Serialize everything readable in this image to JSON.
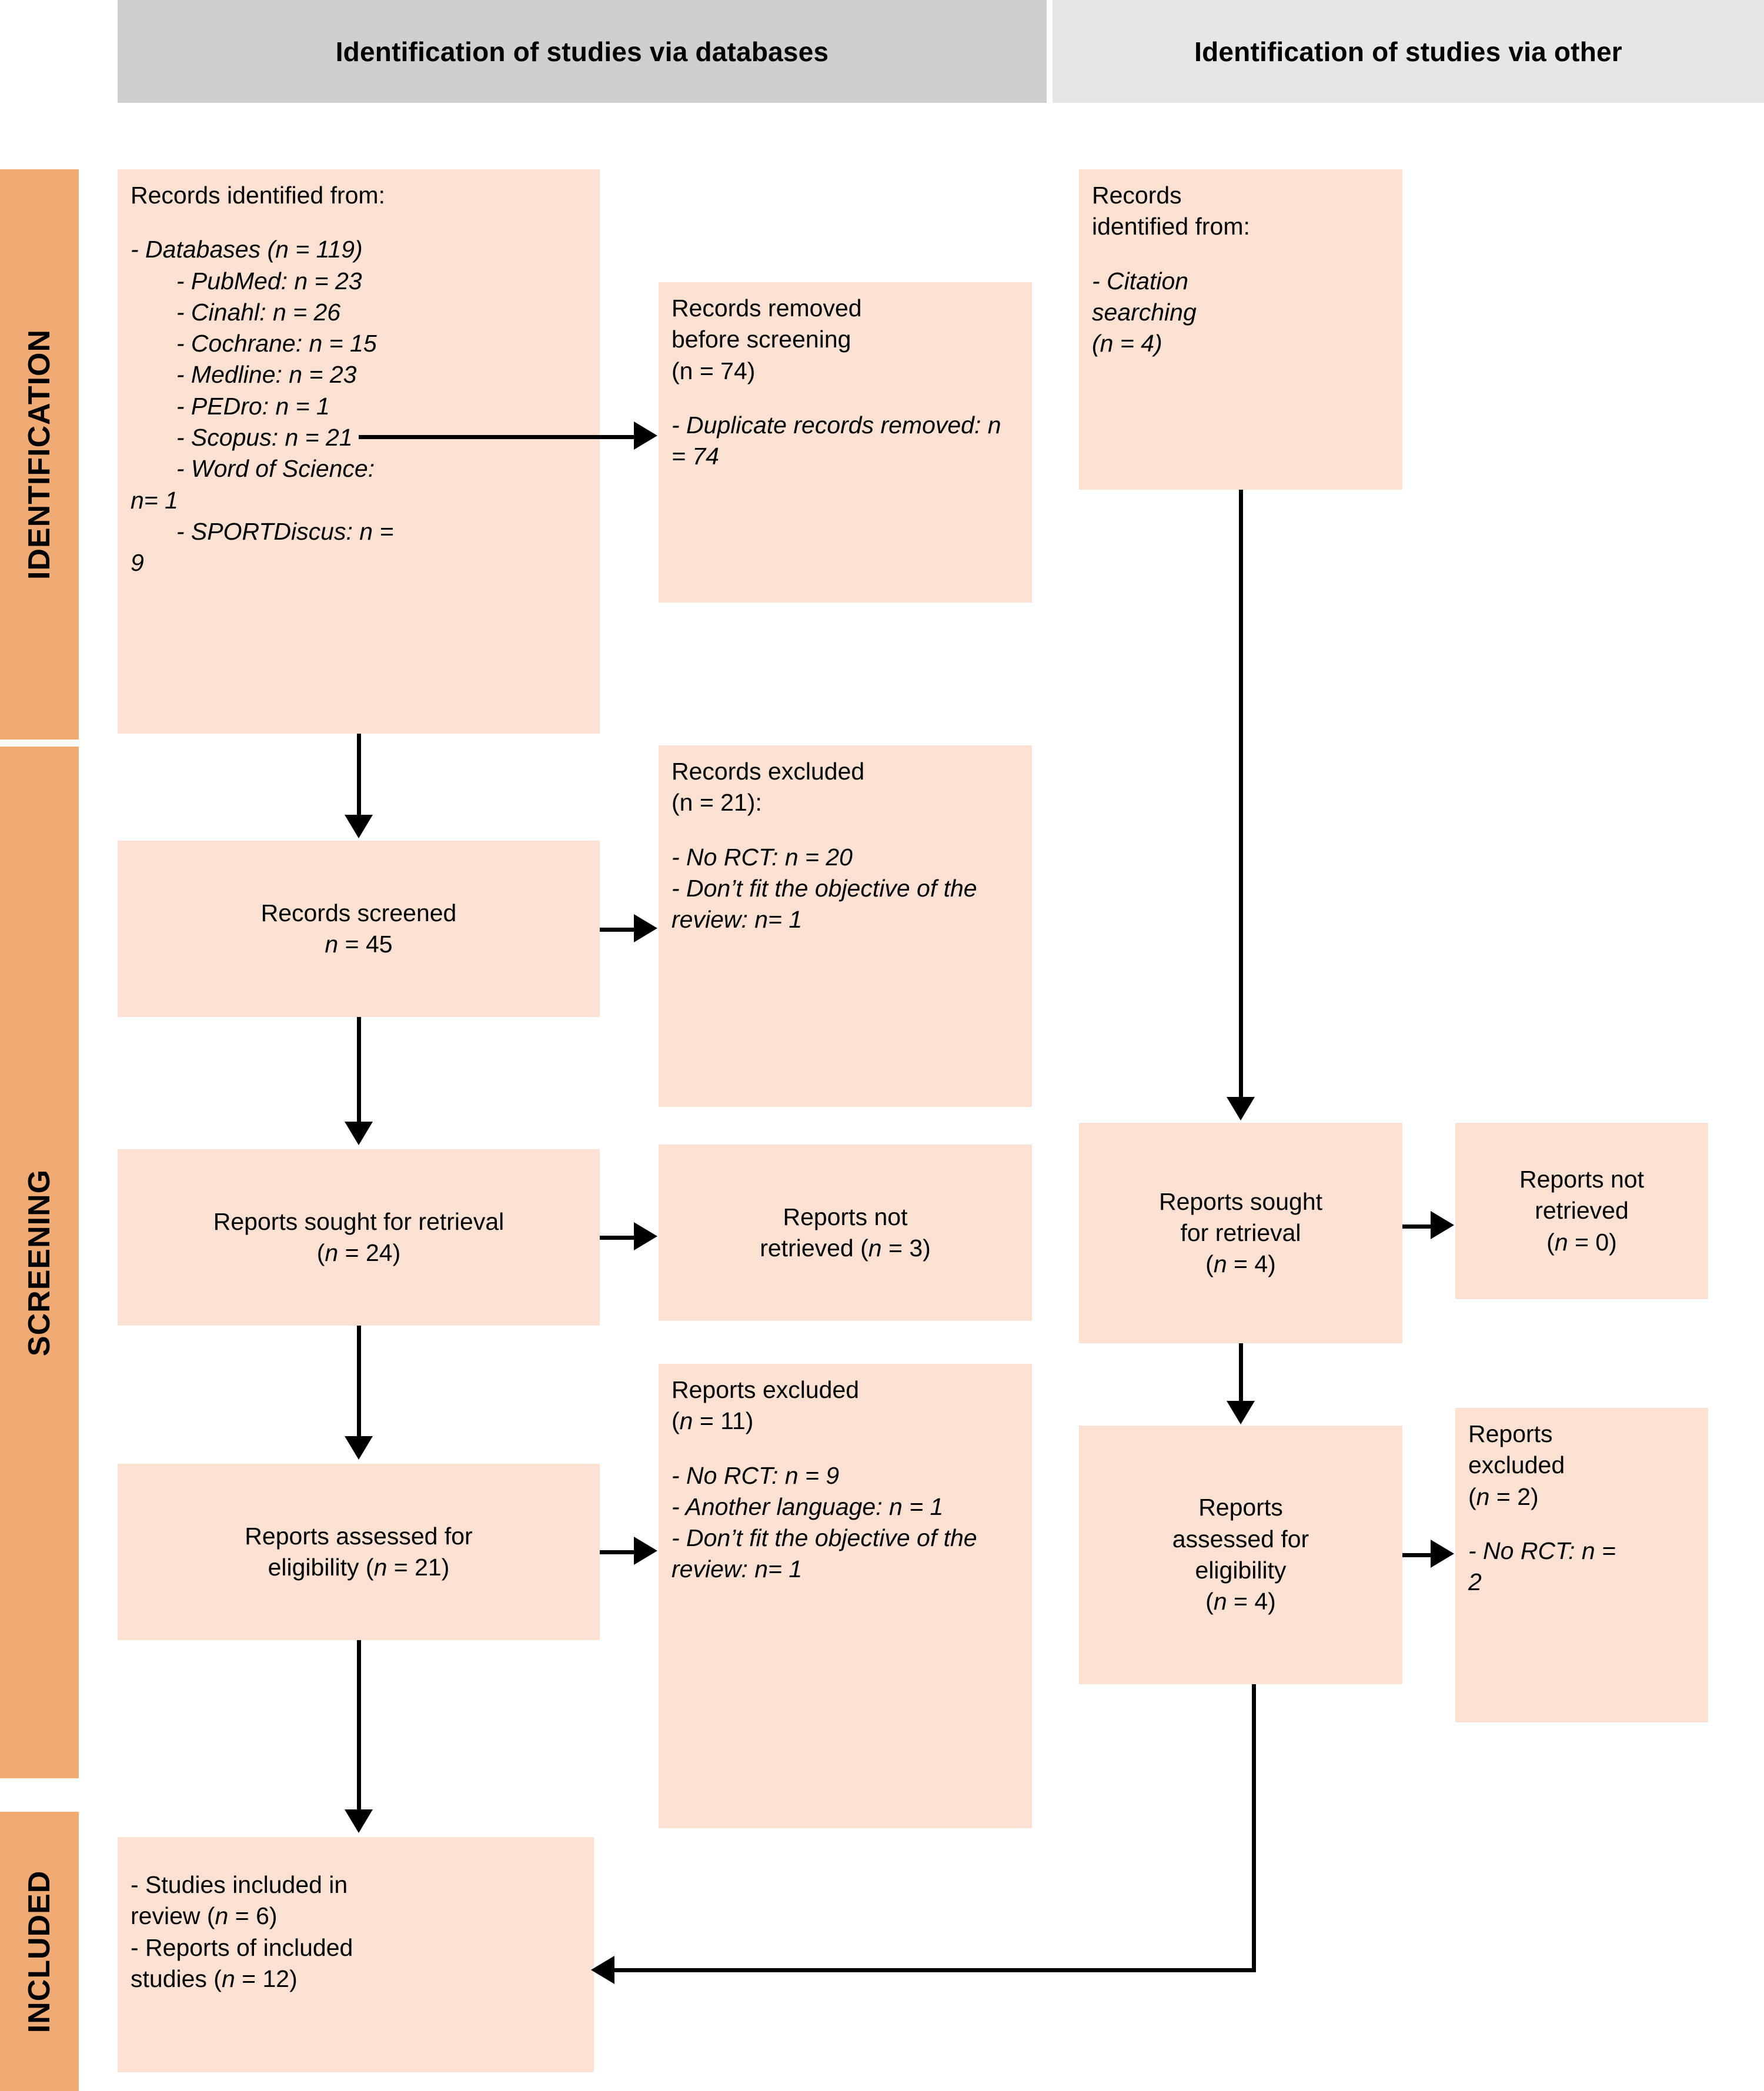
{
  "headers": {
    "databases": "Identification of studies via databases",
    "other": "Identification of studies via other"
  },
  "bands": {
    "identification": "IDENTIFICATION",
    "screening": "SCREENING",
    "included": "INCLUDED"
  },
  "colors": {
    "band": "#f0ab75",
    "box": "#fae1d2",
    "header_databases": "#cfcfcf",
    "header_other": "#e6e6e6",
    "line": "#000000"
  },
  "boxes": {
    "records_identified_db": {
      "title": "Records identified from:",
      "lead": "- Databases (n = 119)",
      "sources": [
        "- PubMed: n = 23",
        "- Cinahl: n = 26",
        "- Cochrane: n = 15",
        "- Medline: n = 23",
        "- PEDro: n = 1",
        "- Scopus: n = 21",
        "- Word of Science:"
      ],
      "wos_tail": "n= 1",
      "sportdiscus": "- SPORTDiscus: n =",
      "sportdiscus_tail": "9"
    },
    "records_removed": {
      "line1": "Records removed",
      "line2": "before screening",
      "line3": "(n = 74)",
      "detail": "- Duplicate records removed: n = 74"
    },
    "records_identified_other": {
      "line1": "Records",
      "line2": "identified from:",
      "detail1": "- Citation",
      "detail2": "searching",
      "detail3": " (n = 4)"
    },
    "records_screened": {
      "line1": "Records screened",
      "line2": "(n = 45)"
    },
    "records_excluded": {
      "line1": "Records excluded",
      "line2": "(n = 21):",
      "reason1": "- No RCT: n = 20",
      "reason2": "- Don’t fit the objective of the review: n= 1"
    },
    "reports_sought_db": {
      "line1": "Reports sought for retrieval",
      "line2": "(n = 24)"
    },
    "reports_not_retrieved_db": {
      "line1": "Reports not",
      "line2": "retrieved (n = 3)"
    },
    "reports_sought_other": {
      "line1": "Reports sought",
      "line2": "for retrieval",
      "line3": "(n = 4)"
    },
    "reports_not_retrieved_other": {
      "line1": "Reports not",
      "line2": "retrieved",
      "line3": "(n = 0)"
    },
    "reports_assessed_db": {
      "line1": "Reports assessed for",
      "line2": "eligibility (n = 21)"
    },
    "reports_excluded_db": {
      "line1": "Reports excluded",
      "line2": "(n = 11)",
      "reason1": "- No RCT: n = 9",
      "reason2": "- Another language: n = 1",
      "reason3": "- Don’t fit the objective of the review: n= 1"
    },
    "reports_assessed_other": {
      "line1": "Reports",
      "line2": "assessed for",
      "line3": "eligibility",
      "line4": "(n = 4)"
    },
    "reports_excluded_other": {
      "line1": "Reports",
      "line2": "excluded",
      "line3": "(n = 2)",
      "reason1": "- No RCT: n =",
      "reason1_tail": "2"
    },
    "studies_included": {
      "line1": "- Studies included in",
      "line2": "review (n =  6)",
      "line3": "- Reports of included",
      "line4": "studies (n = 12)"
    }
  }
}
